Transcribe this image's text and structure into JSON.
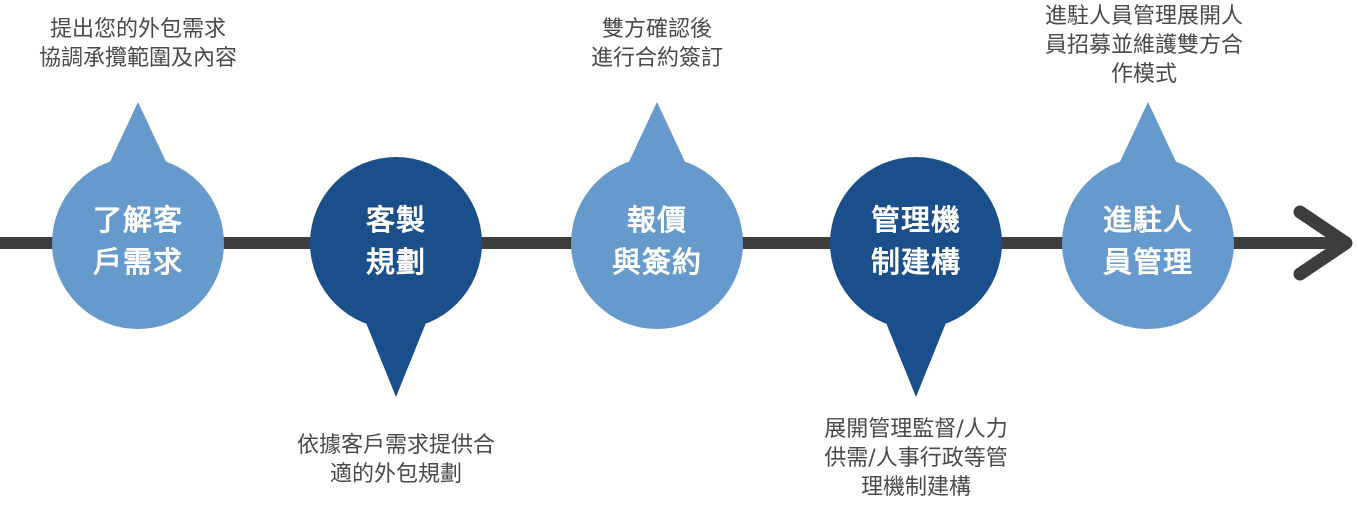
{
  "colors": {
    "light": "#6699cc",
    "dark": "#1a4f8c",
    "line": "#3d3d3d",
    "text": "#4a4a4a"
  },
  "steps": [
    {
      "title": [
        "了解客",
        "戶需求"
      ],
      "tone": "light",
      "pointer": "up",
      "description": [
        "提出您的外包需求",
        "協調承攬範圍及內容"
      ]
    },
    {
      "title": [
        "客製",
        "規劃"
      ],
      "tone": "dark",
      "pointer": "down",
      "description": [
        "依據客戶需求提供合",
        "適的外包規劃"
      ]
    },
    {
      "title": [
        "報價",
        "與簽約"
      ],
      "tone": "light",
      "pointer": "up",
      "description": [
        "雙方確認後",
        "進行合約簽訂"
      ]
    },
    {
      "title": [
        "管理機",
        "制建構"
      ],
      "tone": "dark",
      "pointer": "down",
      "description": [
        "展開管理監督/人力",
        "供需/人事行政等管",
        "理機制建構"
      ]
    },
    {
      "title": [
        "進駐人",
        "員管理"
      ],
      "tone": "light",
      "pointer": "up",
      "description": [
        "進駐人員管理展開人",
        "員招募並維護雙方合",
        "作模式"
      ]
    }
  ]
}
